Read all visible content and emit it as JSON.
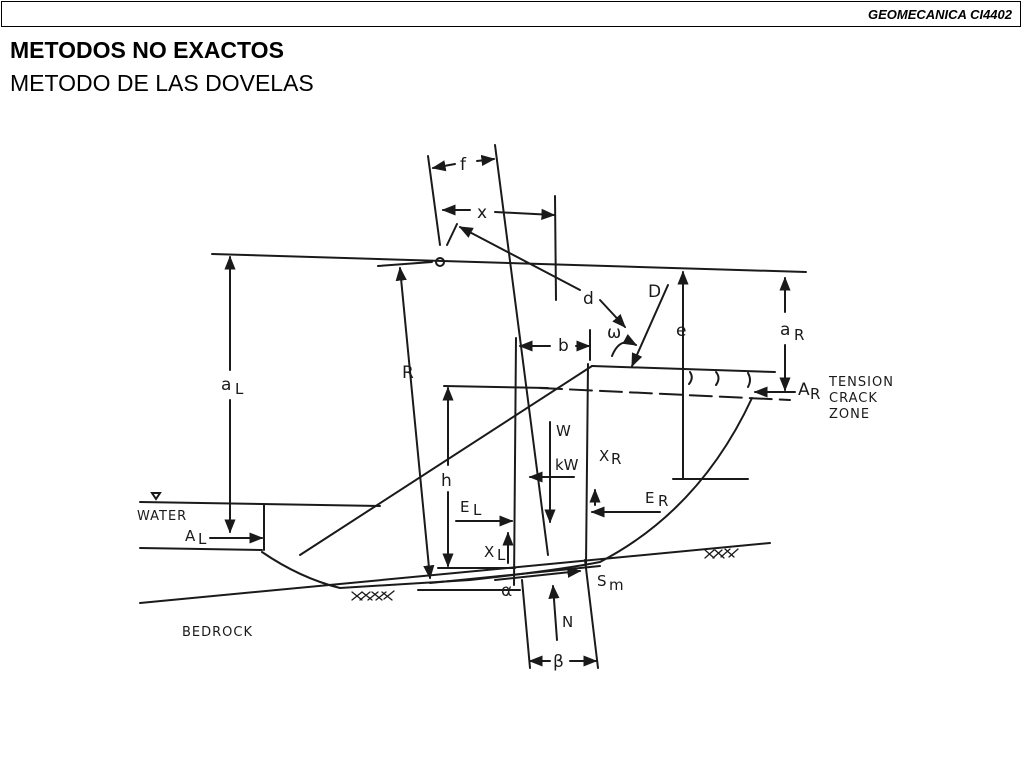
{
  "header": {
    "course_code": "GEOMECANICA CI4402"
  },
  "title": {
    "line1": "METODOS NO EXACTOS",
    "line2": "METODO DE LAS DOVELAS"
  },
  "diagram": {
    "labels": {
      "f": "f",
      "x": "x",
      "d": "d",
      "D": "D",
      "omega": "ω",
      "e": "e",
      "aR": "a",
      "aR_sub": "R",
      "b": "b",
      "R": "R",
      "aL": "a",
      "aL_sub": "L",
      "AR": "A",
      "AR_sub": "R",
      "tension_1": "TENSION",
      "tension_2": "CRACK",
      "tension_3": "ZONE",
      "W": "W",
      "kW": "kW",
      "XR": "X",
      "XR_sub": "R",
      "h": "h",
      "EL": "E",
      "EL_sub": "L",
      "ER": "E",
      "ER_sub": "R",
      "water": "WATER",
      "AL": "A",
      "AL_sub": "L",
      "XL": "X",
      "XL_sub": "L",
      "alpha": "α",
      "Sm": "S",
      "Sm_sub": "m",
      "N": "N",
      "beta": "β",
      "bedrock": "BEDROCK"
    }
  }
}
